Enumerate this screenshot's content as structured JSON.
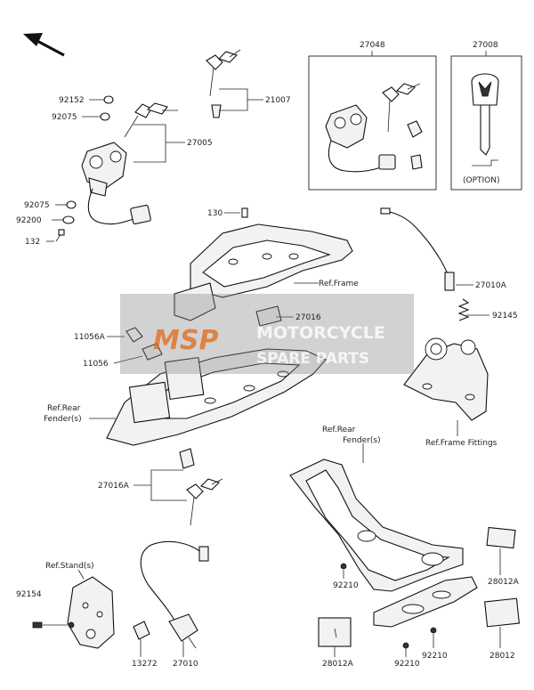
{
  "labels": {
    "p27048": "27048",
    "p27008": "27008",
    "option": "(OPTION)",
    "p92152": "92152",
    "p92075a": "92075",
    "p27005": "27005",
    "p21007": "21007",
    "p92075b": "92075",
    "p92200": "92200",
    "p132": "132",
    "p130": "130",
    "ref_frame": "Ref.Frame",
    "p27010a": "27010A",
    "p92145": "92145",
    "p27016": "27016",
    "p11056a": "11056A",
    "p11056": "11056",
    "ref_rear_fender_1": "Ref.Rear",
    "ref_rear_fender_2": "Fender(s)",
    "ref_frame_fittings": "Ref.Frame Fittings",
    "ref_rear_fender_b1": "Ref.Rear",
    "ref_rear_fender_b2": "Fender(s)",
    "p27016a": "27016A",
    "ref_stand": "Ref.Stand(s)",
    "p92154": "92154",
    "p13272": "13272",
    "p27010": "27010",
    "p92210a": "92210",
    "p28012a_top": "28012A",
    "p92210b": "92210",
    "p92210c": "92210",
    "p28012a_bottom": "28012A",
    "p28012": "28012"
  },
  "watermark": {
    "logo": "MSP",
    "line1": "MOTORCYCLE",
    "line2": "SPARE PARTS"
  }
}
